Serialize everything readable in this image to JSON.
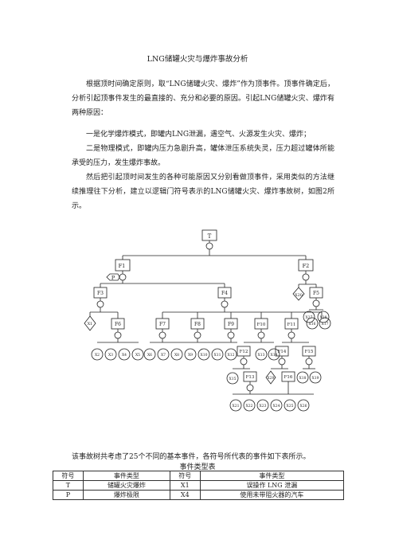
{
  "doc": {
    "title": "LNG储罐火灾与爆炸事故分析",
    "paragraphs": [
      "根据顶时间确定原则，取“LNG储罐火灾、爆炸”作为顶事件。顶事件确定后，分析引起顶事件发生的最直接的、充分和必要的原因。引起LNG储罐火灾、爆炸有两种原因：",
      "一是化学爆炸模式，即罐内LNG泄漏，遇空气、火源发生火灾、爆炸；",
      "二是物理模式，即罐内压力急剧升高，罐体泄压系统失灵，压力超过罐体所能承受的压力，发生爆炸事故。",
      "然后把引起顶时间发生的各种可能原因又分别看做顶事件，采用类似的方法继续推理往下分析，建立以逻辑门符号表示的LNG储罐火灾、爆炸事故树，如图2所示。"
    ],
    "summary": "该事故树共考虑了25个不同的基本事件，各符号所代表的事件如下表所示。",
    "table_caption": "事件类型表"
  },
  "fault_tree": {
    "top": "T",
    "condition": "P",
    "intermediate": [
      "F1",
      "F2",
      "F3",
      "F4",
      "F5",
      "F6",
      "F7",
      "F8",
      "F9",
      "F10",
      "F11",
      "F12",
      "F13",
      "F14",
      "F15",
      "F16"
    ],
    "row_labels": {
      "r1": [
        "X2",
        "X3",
        "X4",
        "X5"
      ],
      "r2": [
        "X6",
        "X7",
        "X8",
        "X9",
        "X10",
        "X11",
        "X12"
      ],
      "r3": [
        "X13",
        "X14"
      ],
      "r4": [
        "X18",
        "X19"
      ],
      "r5": [
        "X21",
        "X22",
        "X23",
        "X24",
        "X25",
        "X26"
      ]
    },
    "side_labels": {
      "x1": "X1",
      "x15": "X15",
      "x16": "X16",
      "x17": "X17",
      "x20": "X20",
      "x27": "X27",
      "x28": "X28",
      "x29": "X29"
    }
  },
  "event_table": {
    "headers": [
      "符号",
      "事件类型",
      "符号",
      "事件类型"
    ],
    "rows": [
      [
        "T",
        "储罐火灾爆炸",
        "X1",
        "误操作 LNG 泄漏"
      ],
      [
        "P",
        "爆炸极限",
        "X4",
        "使用未带阻火器的汽车"
      ]
    ]
  }
}
